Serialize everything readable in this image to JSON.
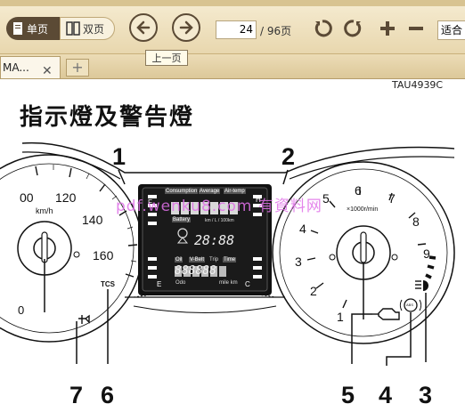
{
  "toolbar": {
    "single_page_label": "单页",
    "double_page_label": "双页",
    "current_page": "24",
    "total_pages": "/ 96页",
    "fit_label": "适合",
    "prev_tooltip": "上一页"
  },
  "tabs": [
    {
      "label": "MA..."
    }
  ],
  "document": {
    "code": "TAU4939C",
    "title": "指示燈及警告燈",
    "watermark": "pdf.wenku8.com 有資料网",
    "callouts": [
      "1",
      "2",
      "3",
      "4",
      "5",
      "6",
      "7"
    ],
    "gauge_left": {
      "unit": "km/h",
      "ticks": [
        "00",
        "120",
        "140",
        "160"
      ],
      "left_digit": "0"
    },
    "gauge_right": {
      "unit": "×1000r/min",
      "ticks": [
        "1",
        "2",
        "3",
        "4",
        "5",
        "6",
        "7",
        "8",
        "9"
      ]
    },
    "lcd": {
      "top_labels": [
        "Consumption",
        "Average",
        "Air-temp"
      ],
      "battery_label": "Battery",
      "consumption_unit": "km / L / 100km",
      "clock": "28:88",
      "mode_labels": [
        "Oil",
        "V-Belt",
        "Trip",
        "Time"
      ],
      "odo_label": "Odo",
      "odo_unit": "mile km",
      "odo_digits": "888888",
      "left_letters": [
        "F",
        "E"
      ],
      "right_letters": [
        "H",
        "C"
      ]
    },
    "tcs_label": "TCS",
    "abs_label": "ABS"
  }
}
